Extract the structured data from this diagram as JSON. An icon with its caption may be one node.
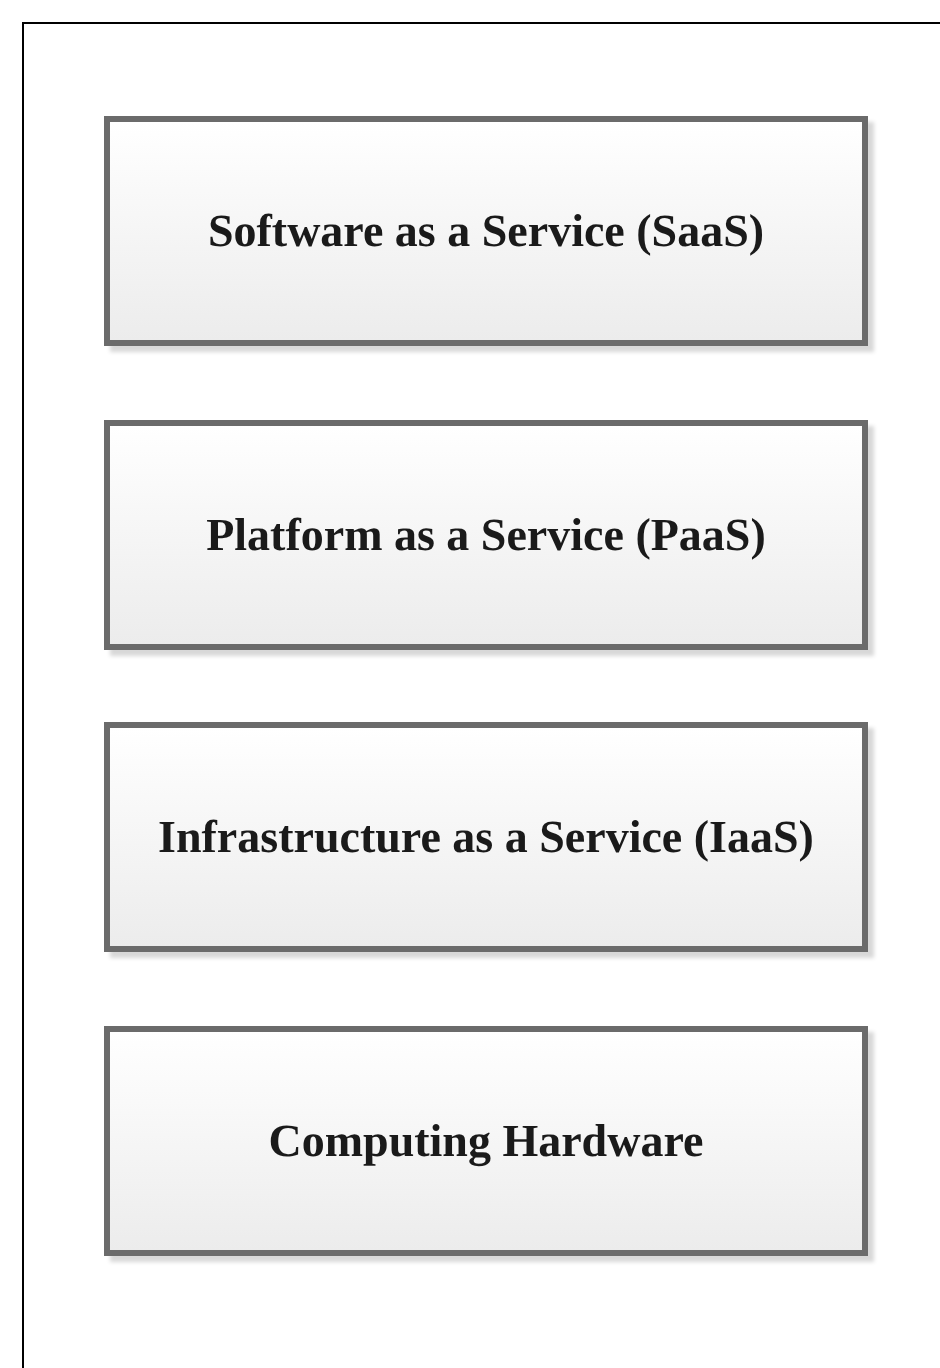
{
  "diagram": {
    "nodes": [
      {
        "text": [
          "Software as a Service (SaaS)"
        ]
      },
      {
        "text": [
          "Platform as a Service (PaaS)"
        ]
      },
      {
        "text": [
          "Infrastructure as a Service (IaaS)"
        ]
      },
      {
        "text": [
          "Computing Hardware"
        ]
      }
    ]
  }
}
